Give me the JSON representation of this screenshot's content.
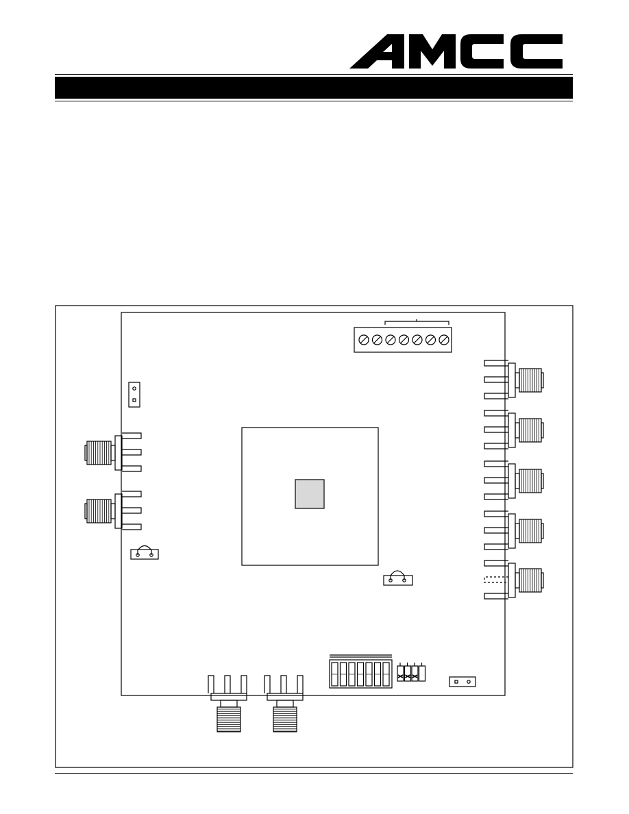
{
  "header": {
    "logo_text": "AMCC",
    "title_bar_text": ""
  },
  "figure": {
    "description_labels": [],
    "header_screw_count": 7,
    "dip_switch_count": 7,
    "right_connector_count": 5,
    "left_connector_count": 2,
    "bottom_connector_count": 2
  },
  "colors": {
    "ink": "#000000",
    "paper": "#ffffff",
    "chip_fill": "#d9d9d9"
  }
}
